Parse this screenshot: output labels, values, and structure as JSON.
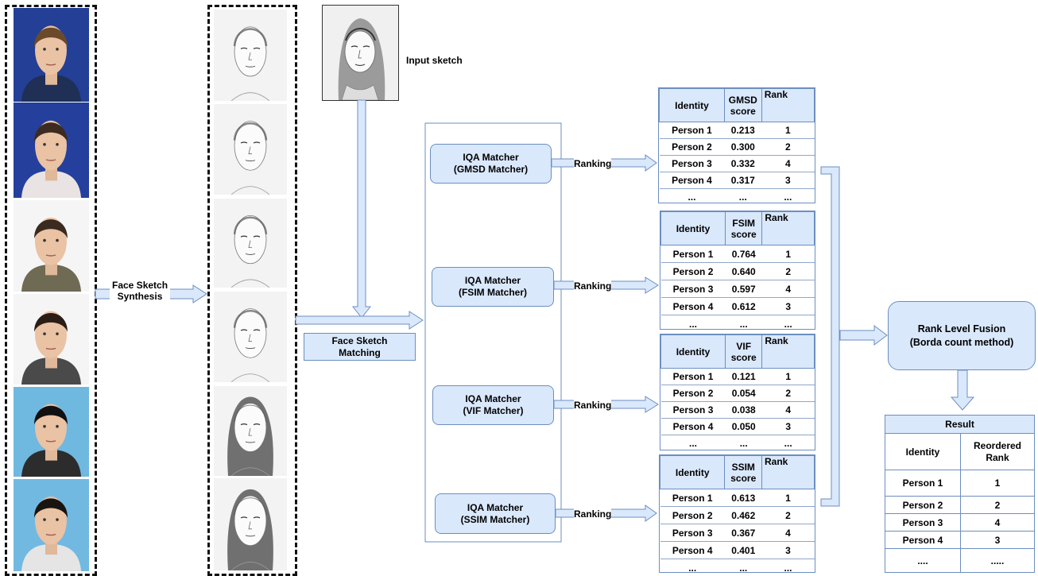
{
  "labels": {
    "input_sketch": "Input sketch",
    "face_sketch_synthesis": "Face Sketch\nSynthesis",
    "face_sketch_matching": "Face Sketch\nMatching",
    "ranking": "Ranking",
    "rank_level_fusion": "Rank Level Fusion\n(Borda count method)"
  },
  "matchers": [
    {
      "label": "IQA Matcher\n(GMSD Matcher)"
    },
    {
      "label": "IQA Matcher\n(FSIM Matcher)"
    },
    {
      "label": "IQA Matcher\n(VIF Matcher)"
    },
    {
      "label": "IQA Matcher\n(SSIM Matcher)"
    }
  ],
  "score_tables": [
    {
      "col1": "Identity",
      "col2": "GMSD\nscore",
      "col3": "Rank",
      "rows": [
        [
          "Person 1",
          "0.213",
          "1"
        ],
        [
          "Person 2",
          "0.300",
          "2"
        ],
        [
          "Person 3",
          "0.332",
          "4"
        ],
        [
          "Person 4",
          "0.317",
          "3"
        ],
        [
          "...",
          "...",
          "..."
        ]
      ]
    },
    {
      "col1": "Identity",
      "col2": "FSIM\nscore",
      "col3": "Rank",
      "rows": [
        [
          "Person 1",
          "0.764",
          "1"
        ],
        [
          "Person 2",
          "0.640",
          "2"
        ],
        [
          "Person 3",
          "0.597",
          "4"
        ],
        [
          "Person 4",
          "0.612",
          "3"
        ],
        [
          "...",
          "...",
          "..."
        ]
      ]
    },
    {
      "col1": "Identity",
      "col2": "VIF\nscore",
      "col3": "Rank",
      "rows": [
        [
          "Person 1",
          "0.121",
          "1"
        ],
        [
          "Person 2",
          "0.054",
          "2"
        ],
        [
          "Person 3",
          "0.038",
          "4"
        ],
        [
          "Person 4",
          "0.050",
          "3"
        ],
        [
          "...",
          "...",
          "..."
        ]
      ]
    },
    {
      "col1": "Identity",
      "col2": "SSIM\nscore",
      "col3": "Rank",
      "rows": [
        [
          "Person 1",
          "0.613",
          "1"
        ],
        [
          "Person 2",
          "0.462",
          "2"
        ],
        [
          "Person 3",
          "0.367",
          "4"
        ],
        [
          "Person 4",
          "0.401",
          "3"
        ],
        [
          "...",
          "...",
          "..."
        ]
      ]
    }
  ],
  "result_table": {
    "title": "Result",
    "col1": "Identity",
    "col2": "Reordered\nRank",
    "rows": [
      [
        "Person 1",
        "1"
      ],
      [
        "Person 2",
        "2"
      ],
      [
        "Person 3",
        "4"
      ],
      [
        "Person 4",
        "3"
      ],
      [
        "....",
        "....."
      ]
    ]
  },
  "colors": {
    "box_fill": "#dae8fc",
    "box_stroke": "#6c8ebf",
    "photo_bg_blue": "#1f3f9e",
    "photo_bg_white": "#f2f2f2",
    "photo_bg_light_blue": "#6fb6de"
  },
  "photos": [
    {
      "background": "#233f96",
      "shirt": "#1f2f55",
      "hair": "#6b4a2b"
    },
    {
      "background": "#24409c",
      "shirt": "#e9e3e3",
      "hair": "#3d2a20"
    },
    {
      "background": "#f5f5f5",
      "shirt": "#6f6a53",
      "hair": "#3a2a20"
    },
    {
      "background": "#f5f5f5",
      "shirt": "#4a4a4a",
      "hair": "#2a1d16"
    },
    {
      "background": "#6fb8e0",
      "shirt": "#2c2c2c",
      "hair": "#111111"
    },
    {
      "background": "#72b9e2",
      "shirt": "#e5e5e5",
      "hair": "#1a1410"
    }
  ]
}
